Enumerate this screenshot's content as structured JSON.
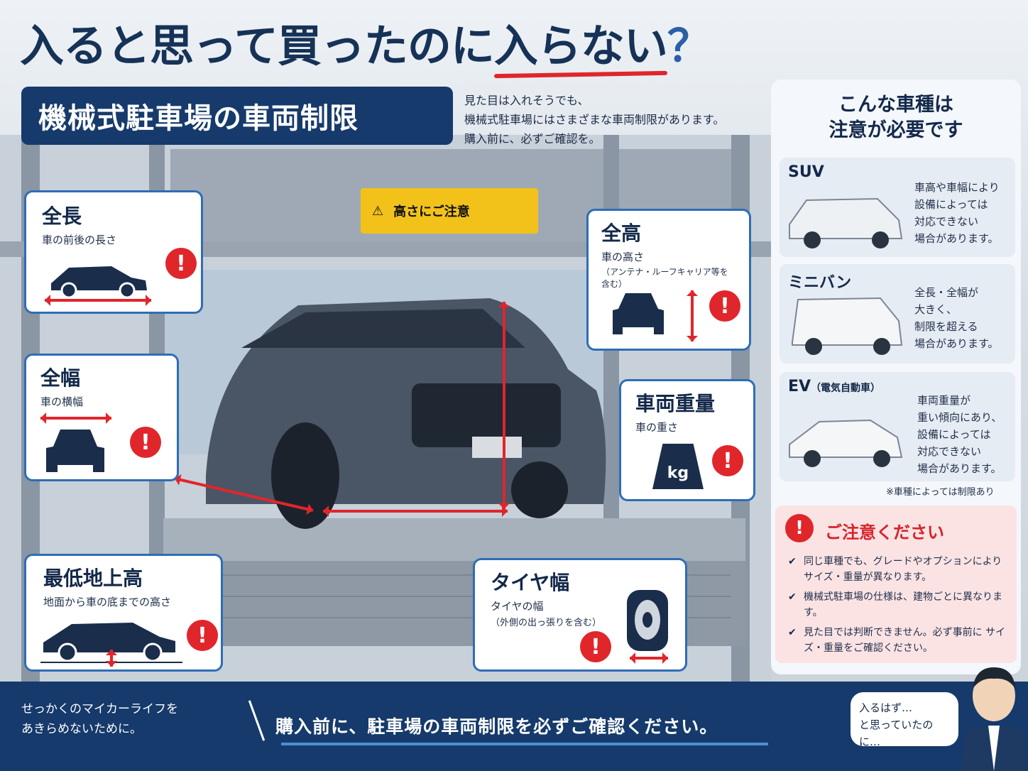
{
  "header": {
    "title_part1": "入ると思って買ったのに",
    "title_highlight": "入らない",
    "title_mark": "？",
    "subtitle": "機械式駐車場の車両制限",
    "intro_lines": [
      "見た目は入れそうでも、",
      "機械式駐車場にはさまざまな車両制限があります。",
      "購入前に、必ずご確認を。"
    ]
  },
  "sign": {
    "text": "高さにご注意"
  },
  "cards": {
    "length": {
      "title": "全長",
      "desc": "車の前後の長さ"
    },
    "width": {
      "title": "全幅",
      "desc": "車の横幅"
    },
    "clearance": {
      "title": "最低地上高",
      "desc": "地面から車の底までの高さ"
    },
    "height": {
      "title": "全高",
      "desc": "車の高さ",
      "note": "（アンテナ・ルーフキャリア等を含む）"
    },
    "weight": {
      "title": "車両重量",
      "desc": "車の重さ",
      "icon_text": "kg"
    },
    "tire": {
      "title": "タイヤ幅",
      "desc": "タイヤの幅",
      "note": "（外側の出っ張りを含む）"
    }
  },
  "sidebar": {
    "heading_lines": [
      "こんな車種は",
      "注意が必要です"
    ],
    "types": [
      {
        "name": "SUV",
        "sub": "",
        "lines": [
          "車高や車幅により",
          "設備によっては",
          "対応できない",
          "場合があります。"
        ]
      },
      {
        "name": "ミニバン",
        "sub": "",
        "lines": [
          "全長・全幅が",
          "大きく、",
          "制限を超える",
          "場合があります。"
        ]
      },
      {
        "name": "EV",
        "sub": "（電気自動車）",
        "lines": [
          "車両重量が",
          "重い傾向にあり、",
          "設備によっては",
          "対応できない",
          "場合があります。"
        ]
      }
    ],
    "footnote": "※車種によっては制限あり"
  },
  "caution": {
    "title": "ご注意ください",
    "items": [
      "同じ車種でも、グレードやオプションにより サイズ・重量が異なります。",
      "機械式駐車場の仕様は、建物ごとに異なります。",
      "見た目では判断できません。必ず事前に サイズ・重量をご確認ください。"
    ]
  },
  "footer": {
    "left_lines": [
      "せっかくのマイカーライフを",
      "あきらめないために。"
    ],
    "main": "購入前に、駐車場の車両制限を必ずご確認ください。",
    "bubble_lines": [
      "入るはず…",
      "と思っていたのに…"
    ]
  },
  "colors": {
    "navy": "#163a6b",
    "accent_red": "#e0262b",
    "card_border": "#2f6db5",
    "caution_bg": "#fbe3e4"
  },
  "icons": [
    "warning-icon",
    "weight-icon",
    "tire-icon",
    "check-icon",
    "car-side-icon",
    "car-front-icon"
  ]
}
